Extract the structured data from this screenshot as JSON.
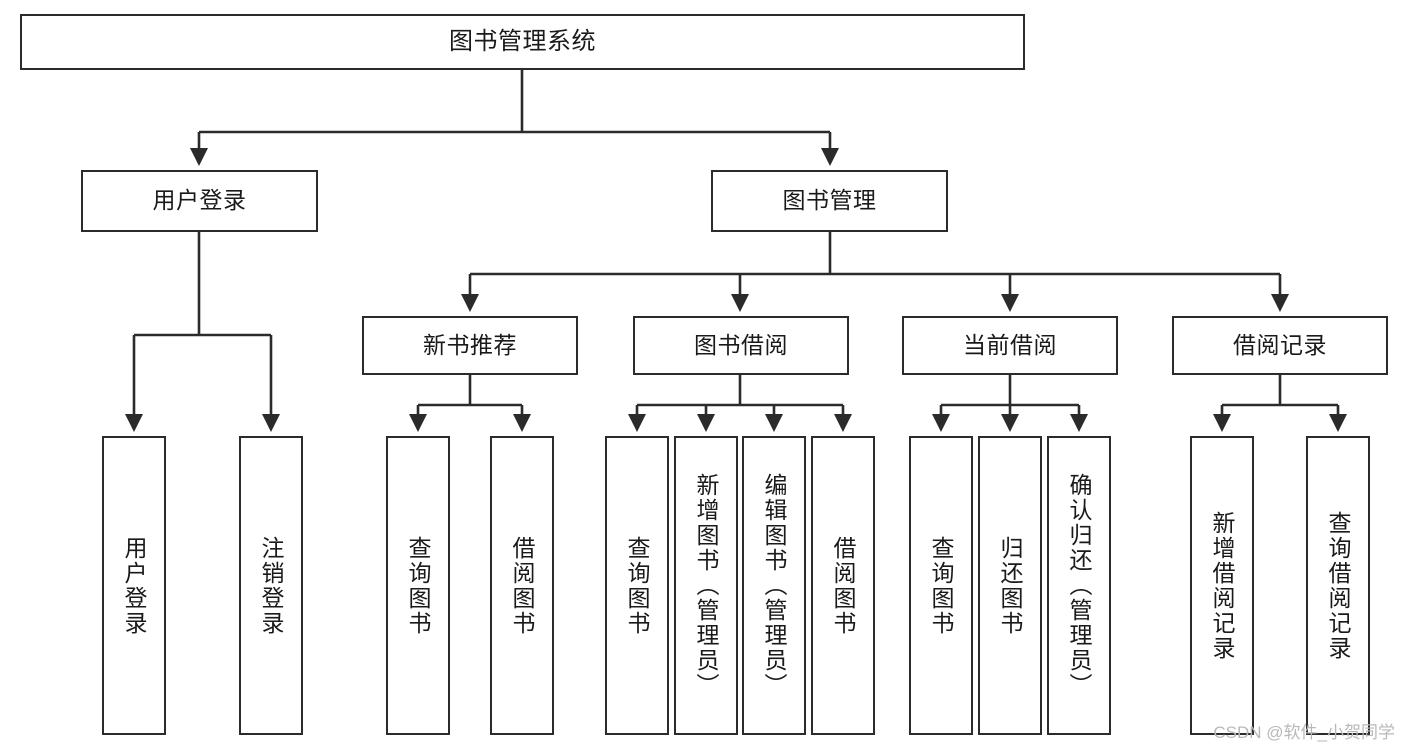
{
  "diagram": {
    "title": "图书管理系统",
    "type": "tree-hierarchy-diagram",
    "watermark": "CSDN @软件_小贺同学",
    "colors": {
      "stroke": "#2b2b2b",
      "fill": "#ffffff",
      "text": "#1a1a1a",
      "watermark": "#b9b9b9"
    },
    "levels": {
      "root": {
        "label": "图书管理系统"
      },
      "level2": [
        {
          "label": "用户登录"
        },
        {
          "label": "图书管理"
        }
      ],
      "level3": [
        {
          "label": "新书推荐"
        },
        {
          "label": "图书借阅"
        },
        {
          "label": "当前借阅"
        },
        {
          "label": "借阅记录"
        }
      ],
      "leaves": {
        "user_login": [
          {
            "label": "用户登录"
          },
          {
            "label": "注销登录"
          }
        ],
        "new_book_recommend": [
          {
            "label": "查询图书"
          },
          {
            "label": "借阅图书"
          }
        ],
        "book_borrow": [
          {
            "label": "查询图书"
          },
          {
            "label": "新增图书（管理员）"
          },
          {
            "label": "编辑图书（管理员）"
          },
          {
            "label": "借阅图书"
          }
        ],
        "current_borrow": [
          {
            "label": "查询图书"
          },
          {
            "label": "归还图书"
          },
          {
            "label": "确认归还（管理员）"
          }
        ],
        "borrow_record": [
          {
            "label": "新增借阅记录"
          },
          {
            "label": "查询借阅记录"
          }
        ]
      }
    }
  }
}
